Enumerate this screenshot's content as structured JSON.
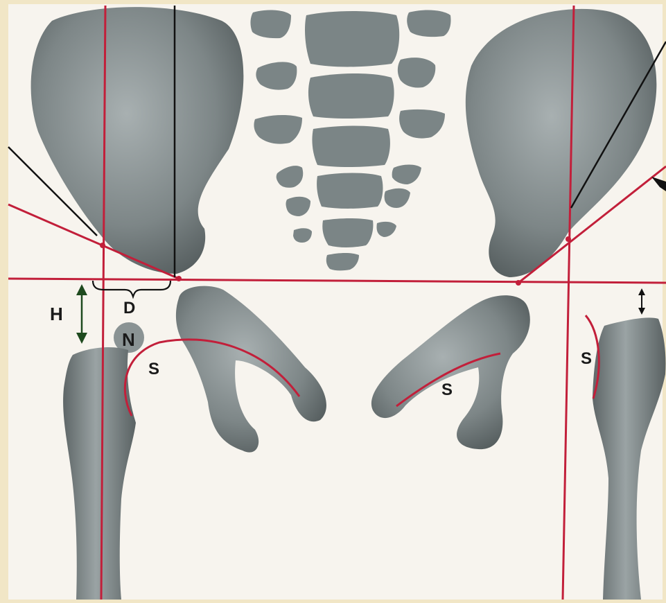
{
  "labels": {
    "H": "H",
    "D": "D",
    "N": "N",
    "S_left_medial": "S",
    "S_right_medial": "S",
    "S_right_lateral": "S"
  },
  "colors": {
    "background": "#f1e6c6",
    "paper": "#f7f4ee",
    "bone": "#6f7778",
    "bone_light": "#9ea7a8",
    "red_line": "#c21f3a",
    "black_line": "#111111",
    "arrow": "#1e4a1e"
  }
}
